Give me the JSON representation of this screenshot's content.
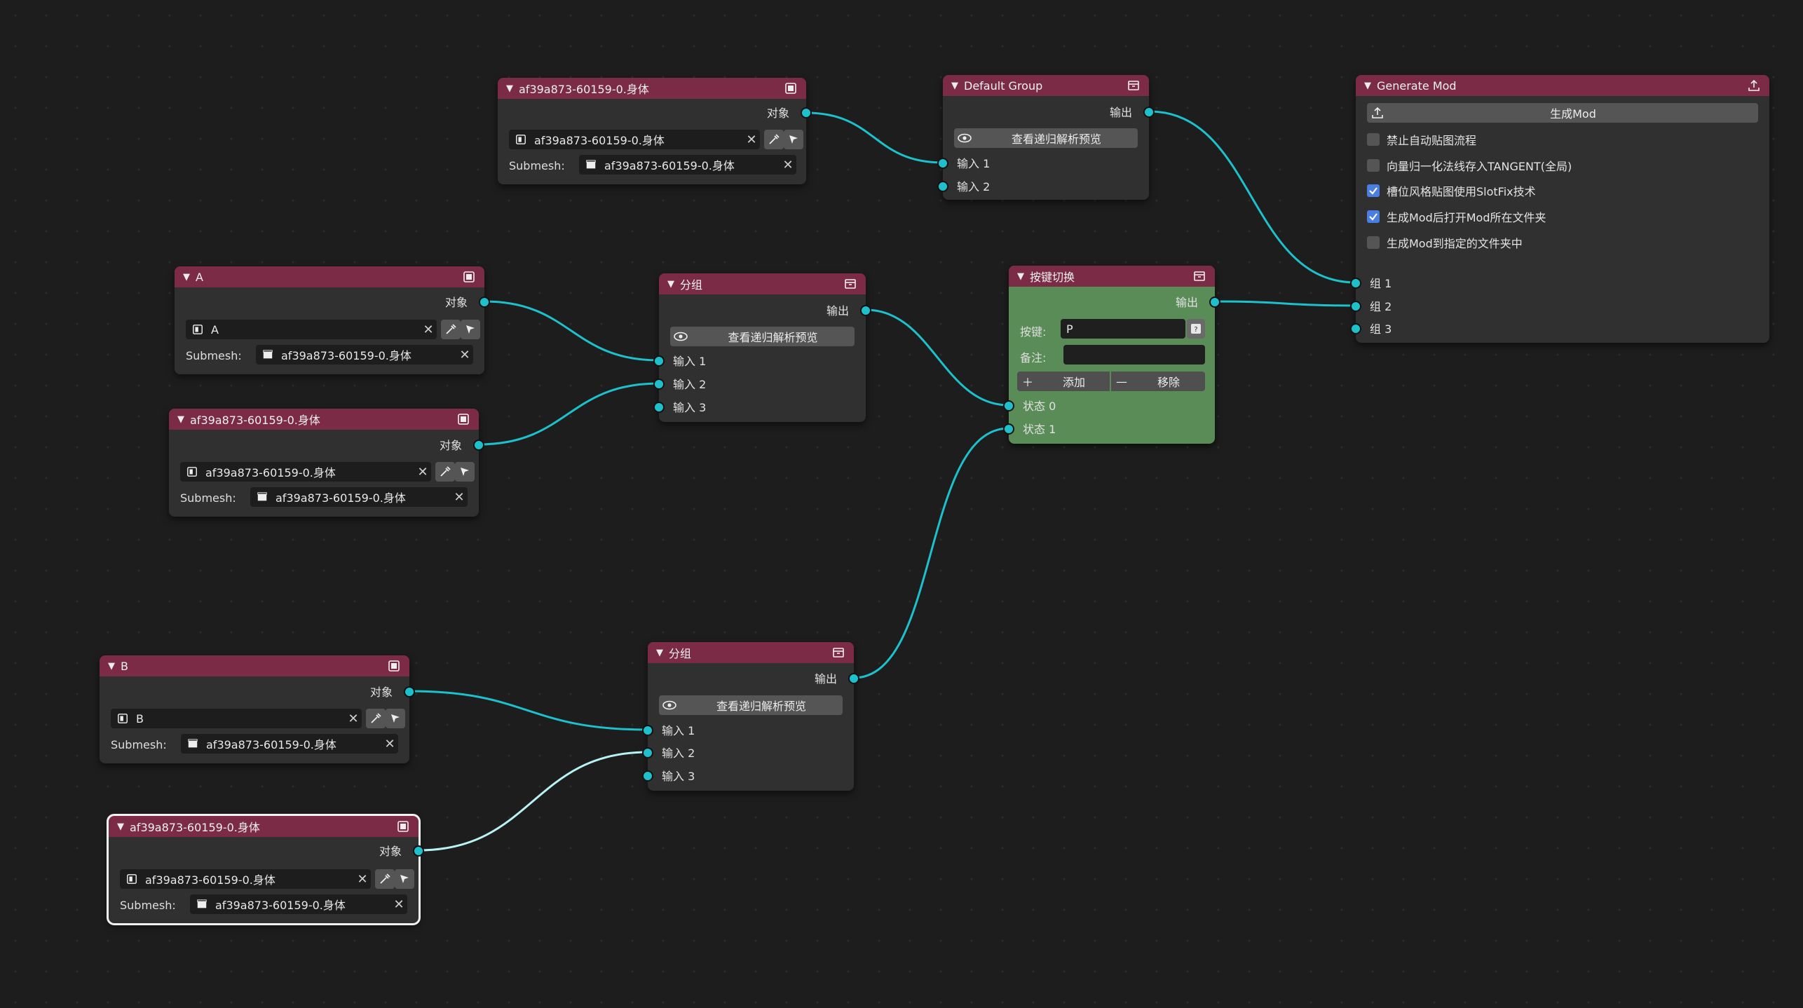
{
  "obj_nodes": [
    {
      "title": "af39a873-60159-0.身体",
      "output": "对象",
      "object": "af39a873-60159-0.身体",
      "submesh_label": "Submesh:",
      "submesh": "af39a873-60159-0.身体"
    },
    {
      "title": "A",
      "output": "对象",
      "object": "A",
      "submesh_label": "Submesh:",
      "submesh": "af39a873-60159-0.身体"
    },
    {
      "title": "af39a873-60159-0.身体",
      "output": "对象",
      "object": "af39a873-60159-0.身体",
      "submesh_label": "Submesh:",
      "submesh": "af39a873-60159-0.身体"
    },
    {
      "title": "B",
      "output": "对象",
      "object": "B",
      "submesh_label": "Submesh:",
      "submesh": "af39a873-60159-0.身体"
    },
    {
      "title": "af39a873-60159-0.身体",
      "output": "对象",
      "object": "af39a873-60159-0.身体",
      "submesh_label": "Submesh:",
      "submesh": "af39a873-60159-0.身体"
    }
  ],
  "group_nodes": [
    {
      "title": "Default Group",
      "output": "输出",
      "preview": "查看递归解析预览",
      "inputs": [
        "输入 1",
        "输入 2"
      ]
    },
    {
      "title": "分组",
      "output": "输出",
      "preview": "查看递归解析预览",
      "inputs": [
        "输入 1",
        "输入 2",
        "输入 3"
      ]
    },
    {
      "title": "分组",
      "output": "输出",
      "preview": "查看递归解析预览",
      "inputs": [
        "输入 1",
        "输入 2",
        "输入 3"
      ]
    }
  ],
  "key_switch": {
    "title": "按键切换",
    "output": "输出",
    "key_label": "按键:",
    "key_value": "P",
    "note_label": "备注:",
    "note_value": "",
    "add_label": "添加",
    "remove_label": "移除",
    "states": [
      "状态 0",
      "状态 1"
    ]
  },
  "generate": {
    "title": "Generate Mod",
    "button": "生成Mod",
    "options": [
      {
        "label": "禁止自动贴图流程",
        "checked": false
      },
      {
        "label": "向量归一化法线存入TANGENT(全局)",
        "checked": false
      },
      {
        "label": "槽位风格贴图使用SlotFix技术",
        "checked": true
      },
      {
        "label": "生成Mod后打开Mod所在文件夹",
        "checked": true
      },
      {
        "label": "生成Mod到指定的文件夹中",
        "checked": false
      }
    ],
    "inputs": [
      "组 1",
      "组 2",
      "组 3"
    ]
  },
  "colors": {
    "header": "#7c2b46",
    "wire": "#1ec0cc",
    "node": "#303030",
    "green": "#5a8c57",
    "check": "#4a7ee0"
  }
}
